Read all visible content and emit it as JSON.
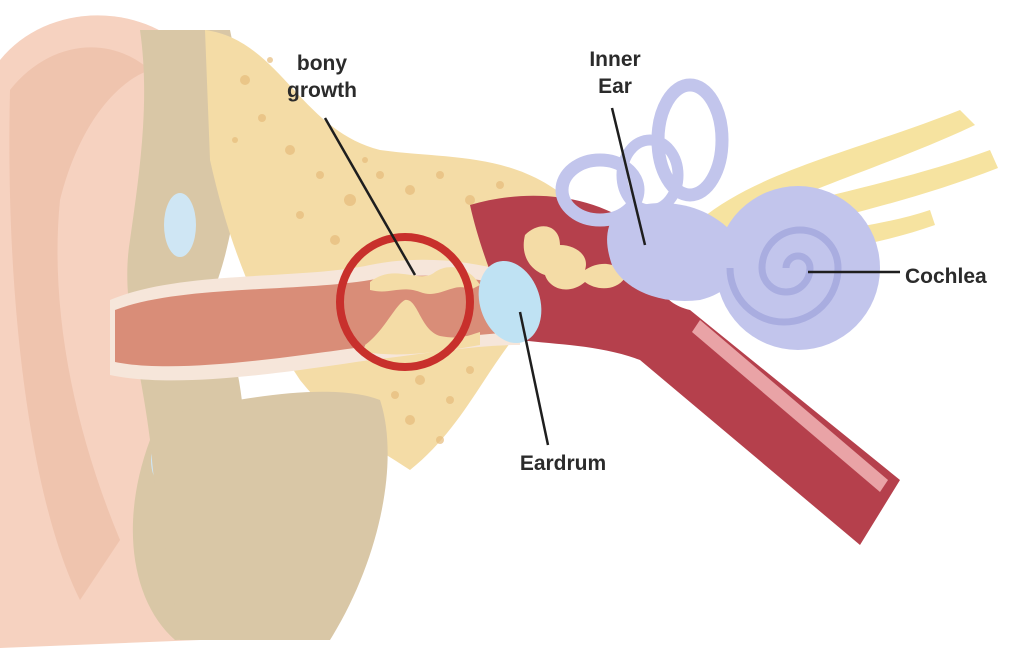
{
  "labels": {
    "bony_growth": {
      "line1": "bony",
      "line2": "growth"
    },
    "inner_ear": {
      "line1": "Inner",
      "line2": "Ear"
    },
    "cochlea": "Cochlea",
    "eardrum": "Eardrum"
  },
  "colors": {
    "outer_ear_skin": "#f6d2c0",
    "outer_ear_dark": "#eab89e",
    "cartilage": "#d9c7a6",
    "bone": "#f4dca6",
    "bone_dots": "#e6bc7c",
    "canal": "#d98d78",
    "middle_ear": "#b5404c",
    "eardrum": "#bfe2f3",
    "inner_ear": "#c2c5ec",
    "nerve": "#f6e3a0",
    "highlight_circle": "#c8302c",
    "leader_line": "#1e1e1e"
  }
}
